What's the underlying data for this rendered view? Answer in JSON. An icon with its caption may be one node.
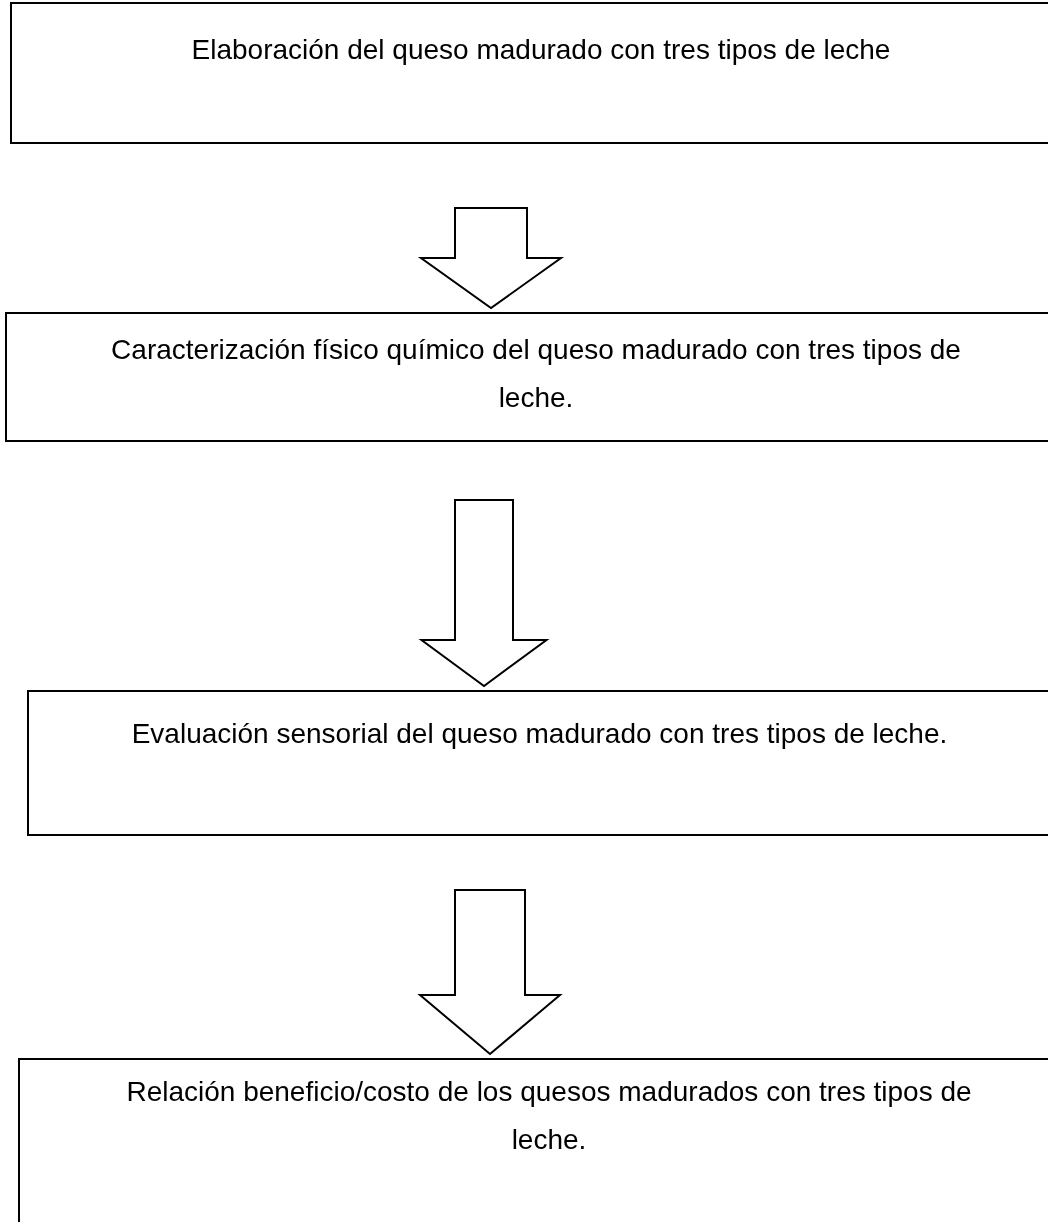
{
  "diagram": {
    "nodes": [
      {
        "text": [
          "Elaboración del queso madurado con tres tipos de leche"
        ]
      },
      {
        "text": [
          "Caracterización físico químico del queso madurado con tres tipos de leche."
        ]
      },
      {
        "text": [
          "Evaluación sensorial del queso madurado con tres tipos de leche."
        ]
      },
      {
        "text": [
          "Relación beneficio/costo de los quesos madurados con tres tipos de leche."
        ]
      }
    ],
    "edges": [
      {
        "from": 0,
        "to": 1,
        "arrow": "to"
      },
      {
        "from": 1,
        "to": 2,
        "arrow": "to"
      },
      {
        "from": 2,
        "to": 3,
        "arrow": "to"
      }
    ]
  }
}
